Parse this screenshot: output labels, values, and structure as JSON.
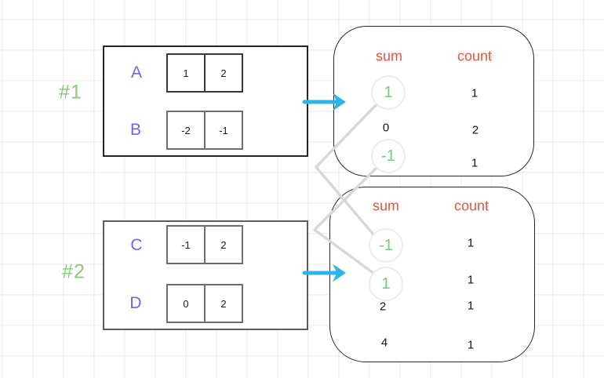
{
  "groups": [
    {
      "tag": "#1",
      "rows": [
        {
          "label": "A",
          "cell1": "1",
          "cell2": "2"
        },
        {
          "label": "B",
          "cell1": "-2",
          "cell2": "-1"
        }
      ]
    },
    {
      "tag": "#2",
      "rows": [
        {
          "label": "C",
          "cell1": "-1",
          "cell2": "2"
        },
        {
          "label": "D",
          "cell1": "0",
          "cell2": "2"
        }
      ]
    }
  ],
  "maps": [
    {
      "header_sum": "sum",
      "header_count": "count",
      "rows": [
        {
          "sum": "1",
          "count": "1",
          "highlighted": true
        },
        {
          "sum": "0",
          "count": "2",
          "highlighted": false
        },
        {
          "sum": "-1",
          "count": "1",
          "highlighted": true
        }
      ]
    },
    {
      "header_sum": "sum",
      "header_count": "count",
      "rows": [
        {
          "sum": "-1",
          "count": "1",
          "highlighted": true
        },
        {
          "sum": "1",
          "count": "1",
          "highlighted": true
        },
        {
          "sum": "2",
          "count": "1",
          "highlighted": false
        },
        {
          "sum": "4",
          "count": "1",
          "highlighted": false
        }
      ]
    }
  ],
  "connectors": [
    {
      "from": "map1 sum 1",
      "to": "map2 sum -1"
    },
    {
      "from": "map1 sum -1",
      "to": "map2 sum 1"
    }
  ],
  "colors": {
    "label_purple": "#7a5cf0",
    "tag_green": "#8cc87e",
    "highlight_green": "#79c77f",
    "header_orange": "#e2563c",
    "arrow_cyan": "#2eb5e8",
    "connector_gray": "#d8d8d8"
  }
}
